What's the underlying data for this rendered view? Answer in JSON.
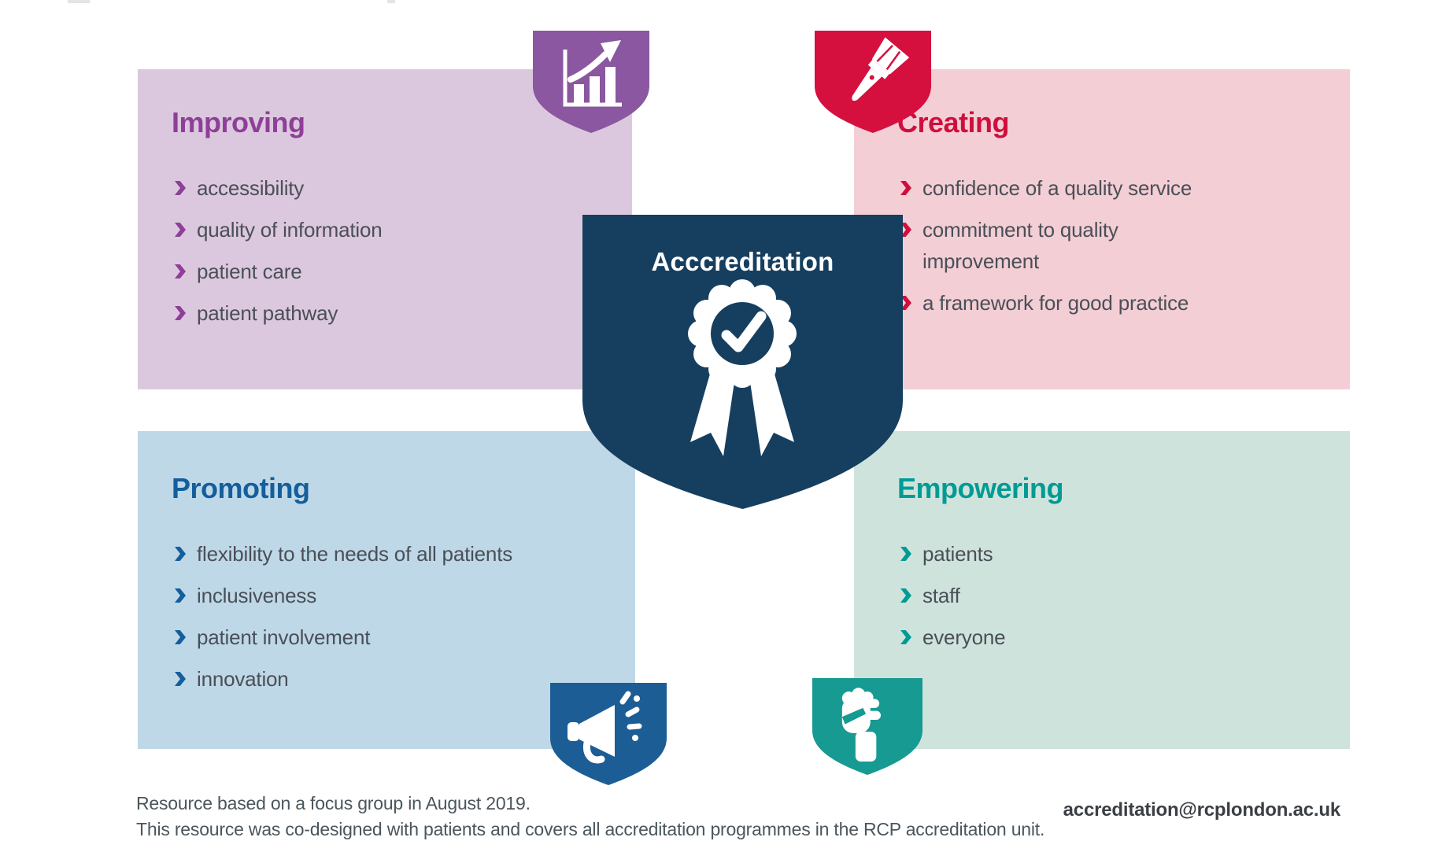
{
  "palette": {
    "background": "#ffffff",
    "shield": "#163f5f",
    "body_text": "#4a4f57",
    "footer_text": "#4a565c",
    "email_text": "#3b3f44",
    "improving_bg": "#dcc8de",
    "improving_accent": "#8e3f97",
    "improving_badge": "#8a57a0",
    "creating_bg": "#f3ced5",
    "creating_accent": "#ce0f3c",
    "creating_badge": "#d5103f",
    "promoting_bg": "#bed8e7",
    "promoting_accent": "#155e9c",
    "promoting_badge": "#1c5d95",
    "empowering_bg": "#cfe3dd",
    "empowering_accent": "#019b94",
    "empowering_badge": "#169a92"
  },
  "center": {
    "title": "Acccreditation",
    "icon": "rosette-check-ribbon-icon"
  },
  "quadrants": [
    {
      "id": "improving",
      "title": "Improving",
      "badge_icon": "bar-chart-rising-arrow-icon",
      "items": [
        "accessibility",
        "quality of information",
        "patient care",
        "patient pathway"
      ]
    },
    {
      "id": "creating",
      "title": "Creating",
      "badge_icon": "paintbrush-icon",
      "items": [
        "confidence of a quality service",
        "commitment to quality\nimprovement",
        "a framework for good practice"
      ]
    },
    {
      "id": "promoting",
      "title": "Promoting",
      "badge_icon": "megaphone-icon",
      "items": [
        "flexibility to the needs of all patients",
        "inclusiveness",
        "patient involvement",
        "innovation"
      ]
    },
    {
      "id": "empowering",
      "title": "Empowering",
      "badge_icon": "raised-fist-icon",
      "items": [
        "patients",
        "staff",
        "everyone"
      ]
    }
  ],
  "footer": {
    "line1": "Resource based on a focus group in August 2019.",
    "line2": "This resource was co-designed with patients and covers all accreditation programmes in the RCP accreditation unit.",
    "email": "accreditation@rcplondon.ac.uk"
  }
}
